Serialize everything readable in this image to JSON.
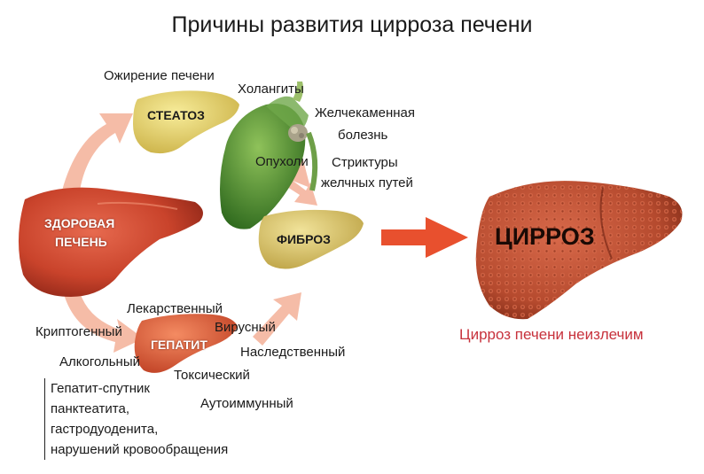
{
  "title": "Причины развития цирроза печени",
  "nodes": {
    "healthy_line1": "ЗДОРОВАЯ",
    "healthy_line2": "ПЕЧЕНЬ",
    "steatosis": "СТЕАТОЗ",
    "fibrosis": "ФИБРОЗ",
    "hepatitis": "ГЕПАТИТ",
    "cirrhosis": "ЦИРРОЗ"
  },
  "steatosis_causes": {
    "obesity": "Ожирение печени"
  },
  "biliary_causes": {
    "cholangitis": "Холангиты",
    "gallstones_line1": "Желчекаменная",
    "gallstones_line2": "болезнь",
    "tumors": "Опухоли",
    "strictures_line1": "Стриктуры",
    "strictures_line2": "желчных путей"
  },
  "hepatitis_causes": {
    "cryptogenic": "Криптогенный",
    "drug": "Лекарственный",
    "viral": "Вирусный",
    "alcoholic": "Алкогольный",
    "hereditary": "Наследственный",
    "toxic": "Токсический",
    "autoimmune": "Аутоиммунный"
  },
  "satellite_note": {
    "lines": [
      "Гепатит-спутник",
      "панктеатита,",
      "гастродуоденита,",
      "нарушений кровообращения"
    ]
  },
  "conclusion": "Цирроз печени неизлечим",
  "colors": {
    "arrow": "#f2a58a",
    "main_arrow": "#e8502e",
    "healthy_liver": "#c9432b",
    "steatosis_liver": "#e8d56a",
    "fibrosis_liver": "#dcc66a",
    "hepatitis_liver": "#e06a45",
    "cirrhosis_liver": "#b54a2e",
    "gallbladder": "#4e8a2c",
    "conclusion_text": "#c7323c"
  }
}
